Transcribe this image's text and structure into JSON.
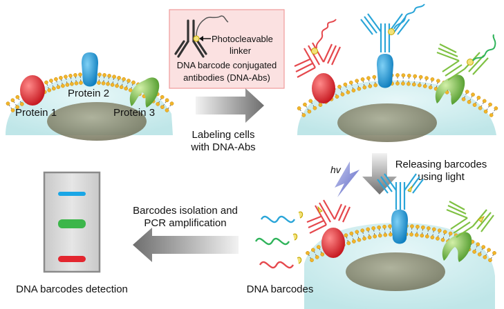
{
  "proteins": {
    "p1": "Protein 1",
    "p2": "Protein 2",
    "p3": "Protein 3"
  },
  "legend": {
    "linker_line1": "Photocleavable",
    "linker_line2": "linker",
    "caption_line1": "DNA barcode conjugated",
    "caption_line2": "antibodies (DNA-Abs)"
  },
  "steps": {
    "labeling_line1": "Labeling cells",
    "labeling_line2": "with DNA-Abs",
    "releasing_line1": "Releasing barcodes",
    "releasing_line2": "using light",
    "light_symbol": "hv",
    "isolation_line1": "Barcodes isolation and",
    "isolation_line2": "PCR amplification"
  },
  "labels": {
    "dna_barcodes": "DNA barcodes",
    "detection": "DNA barcodes detection"
  },
  "colors": {
    "protein1": "#e0262f",
    "protein2": "#1a9ad6",
    "protein3": "#7fc143",
    "cytoplasm": "#cfeef0",
    "nucleus": "#8b8a6e",
    "lipid_head": "#f2b52a",
    "legend_bg": "#fbe1e1",
    "band_blue": "#1aa6e6",
    "band_green": "#3cb64a",
    "band_red": "#e3262f"
  }
}
